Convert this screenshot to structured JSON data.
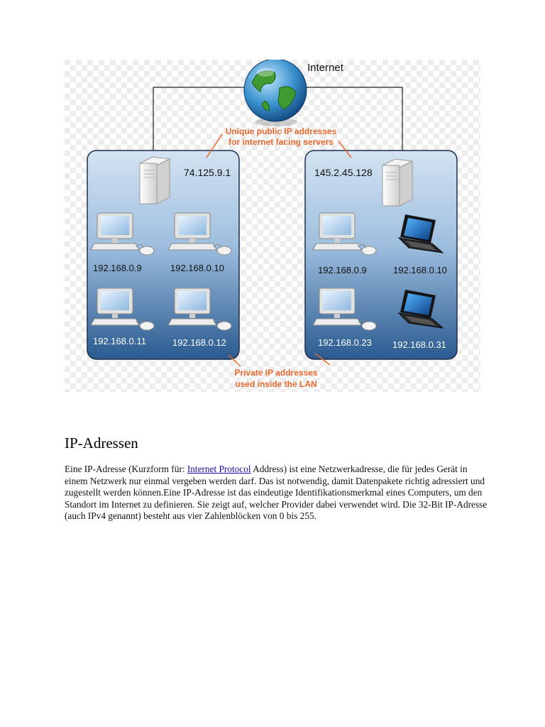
{
  "diagram": {
    "internet_label": "Internet",
    "public_caption": [
      "Unique public IP addresses",
      "for internet facing servers"
    ],
    "private_caption": [
      "Private IP addresses",
      "used inside the LAN"
    ],
    "left_network": {
      "server_ip": "74.125.9.1",
      "clients": [
        "192.168.0.9",
        "192.168.0.10",
        "192.168.0.11",
        "192.168.0.12"
      ]
    },
    "right_network": {
      "server_ip": "145.2.45.128",
      "clients": [
        "192.168.0.9",
        "192.168.0.10",
        "192.168.0.23",
        "192.168.0.31"
      ]
    },
    "colors": {
      "caption": "#e8682b",
      "lan_top": "#c9dcef",
      "lan_bottom": "#2c5f96"
    }
  },
  "article": {
    "title": "IP-Adressen",
    "text_before_link": "Eine IP-Adresse (Kurzform für: ",
    "link_text": "Internet Protocol",
    "text_after_link": " Address) ist eine Netzwerkadresse, die für jedes Gerät in einem Netzwerk nur einmal vergeben werden darf. Das ist notwendig, damit Datenpakete richtig adressiert und zugestellt werden können.Eine IP-Adresse ist das eindeutige Identifikationsmerkmal eines Computers, um den Standort im Internet zu definieren. Sie zeigt auf, welcher Provider dabei verwendet wird. Die 32-Bit IP-Adresse (auch IPv4 genannt) besteht aus vier Zahlenblöcken von 0 bis 255."
  }
}
